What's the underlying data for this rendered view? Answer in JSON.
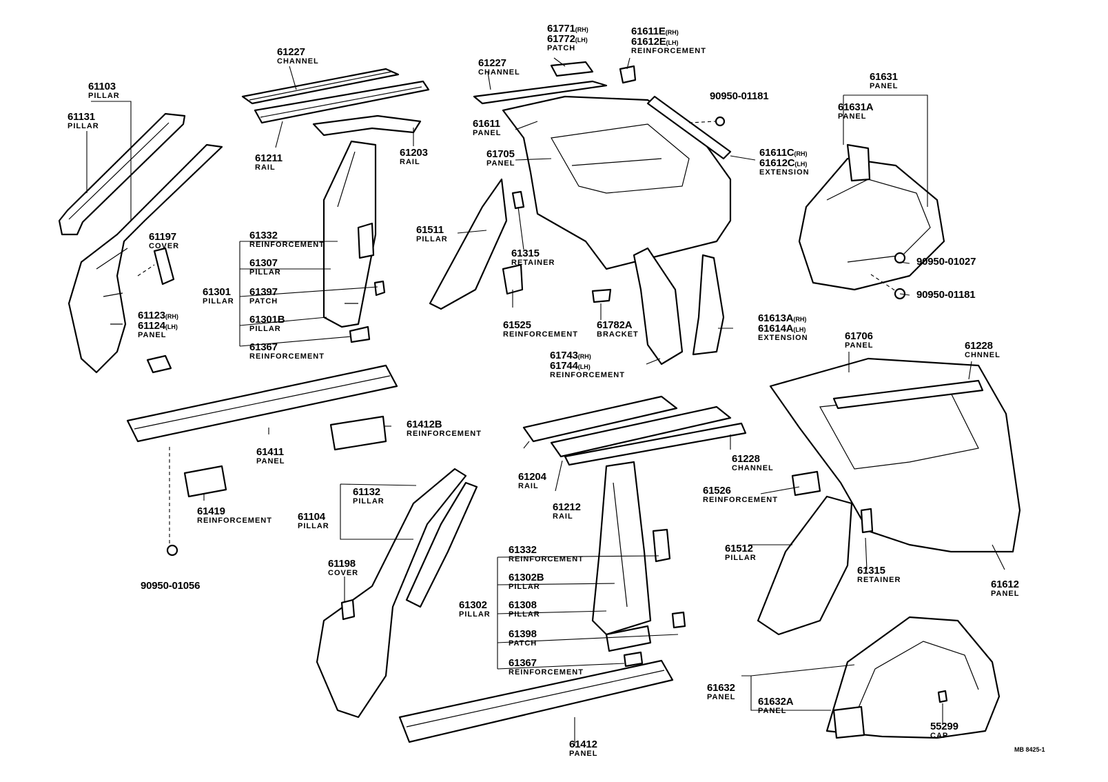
{
  "diagram_code": "MB 8425-1",
  "labels": {
    "l61103": {
      "num": "61103",
      "desc": "PILLAR"
    },
    "l61131": {
      "num": "61131",
      "desc": "PILLAR"
    },
    "l61227a": {
      "num": "61227",
      "desc": "CHANNEL"
    },
    "l61211": {
      "num": "61211",
      "desc": "RAIL"
    },
    "l61203": {
      "num": "61203",
      "desc": "RAIL"
    },
    "l61197": {
      "num": "61197",
      "desc": "COVER"
    },
    "l61123": {
      "num": "61123",
      "side": "(RH)",
      "num2": "61124",
      "side2": "(LH)",
      "desc": "PANEL"
    },
    "l61332a": {
      "num": "61332",
      "desc": "REINFORCEMENT"
    },
    "l61307": {
      "num": "61307",
      "desc": "PILLAR"
    },
    "l61301": {
      "num": "61301",
      "desc": "PILLAR"
    },
    "l61397": {
      "num": "61397",
      "desc": "PATCH"
    },
    "l61301b": {
      "num": "61301B",
      "desc": "PILLAR"
    },
    "l61367a": {
      "num": "61367",
      "desc": "REINFORCEMENT"
    },
    "l61227b": {
      "num": "61227",
      "desc": "CHANNEL"
    },
    "l61771": {
      "num": "61771",
      "side": "(RH)",
      "num2": "61772",
      "side2": "(LH)",
      "desc": "PATCH"
    },
    "l61611e": {
      "num": "61611E",
      "side": "(RH)",
      "num2": "61612E",
      "side2": "(LH)",
      "desc": "REINFORCEMENT"
    },
    "l9095001181a": {
      "num": "90950-01181"
    },
    "l61611": {
      "num": "61611",
      "desc": "PANEL"
    },
    "l61705": {
      "num": "61705",
      "desc": "PANEL"
    },
    "l61611c": {
      "num": "61611C",
      "side": "(RH)",
      "num2": "61612C",
      "side2": "(LH)",
      "desc": "EXTENSION"
    },
    "l61631": {
      "num": "61631",
      "desc": "PANEL"
    },
    "l61631a": {
      "num": "61631A",
      "desc": "PANEL"
    },
    "l9095001027": {
      "num": "90950-01027"
    },
    "l9095001181b": {
      "num": "90950-01181"
    },
    "l61511": {
      "num": "61511",
      "desc": "PILLAR"
    },
    "l61315a": {
      "num": "61315",
      "desc": "RETAINER"
    },
    "l61525": {
      "num": "61525",
      "desc": "REINFORCEMENT"
    },
    "l61782a": {
      "num": "61782A",
      "desc": "BRACKET"
    },
    "l61743": {
      "num": "61743",
      "side": "(RH)",
      "num2": "61744",
      "side2": "(LH)",
      "desc": "REINFORCEMENT"
    },
    "l61613a": {
      "num": "61613A",
      "side": "(RH)",
      "num2": "61614A",
      "side2": "(LH)",
      "desc": "EXTENSION"
    },
    "l61706": {
      "num": "61706",
      "desc": "PANEL"
    },
    "l61228a": {
      "num": "61228",
      "desc": "CHNNEL"
    },
    "l61411": {
      "num": "61411",
      "desc": "PANEL"
    },
    "l61412b": {
      "num": "61412B",
      "desc": "REINFORCEMENT"
    },
    "l61419": {
      "num": "61419",
      "desc": "REINFORCEMENT"
    },
    "l9095001056": {
      "num": "90950-01056"
    },
    "l61132": {
      "num": "61132",
      "desc": "PILLAR"
    },
    "l61104": {
      "num": "61104",
      "desc": "PILLAR"
    },
    "l61198": {
      "num": "61198",
      "desc": "COVER"
    },
    "l61204": {
      "num": "61204",
      "desc": "RAIL"
    },
    "l61212": {
      "num": "61212",
      "desc": "RAIL"
    },
    "l61228b": {
      "num": "61228",
      "desc": "CHANNEL"
    },
    "l61332b": {
      "num": "61332",
      "desc": "REINFORCEMENT"
    },
    "l61302b": {
      "num": "61302B",
      "desc": "PILLAR"
    },
    "l61302": {
      "num": "61302",
      "desc": "PILLAR"
    },
    "l61308": {
      "num": "61308",
      "desc": "PILLAR"
    },
    "l61398": {
      "num": "61398",
      "desc": "PATCH"
    },
    "l61367b": {
      "num": "61367",
      "desc": "REINFORCEMENT"
    },
    "l61412": {
      "num": "61412",
      "desc": "PANEL"
    },
    "l61526": {
      "num": "61526",
      "desc": "REINFORCEMENT"
    },
    "l61512": {
      "num": "61512",
      "desc": "PILLAR"
    },
    "l61315b": {
      "num": "61315",
      "desc": "RETAINER"
    },
    "l61612": {
      "num": "61612",
      "desc": "PANEL"
    },
    "l61632": {
      "num": "61632",
      "desc": "PANEL"
    },
    "l61632a": {
      "num": "61632A",
      "desc": "PANEL"
    },
    "l55299": {
      "num": "55299",
      "desc": "CAP"
    }
  }
}
